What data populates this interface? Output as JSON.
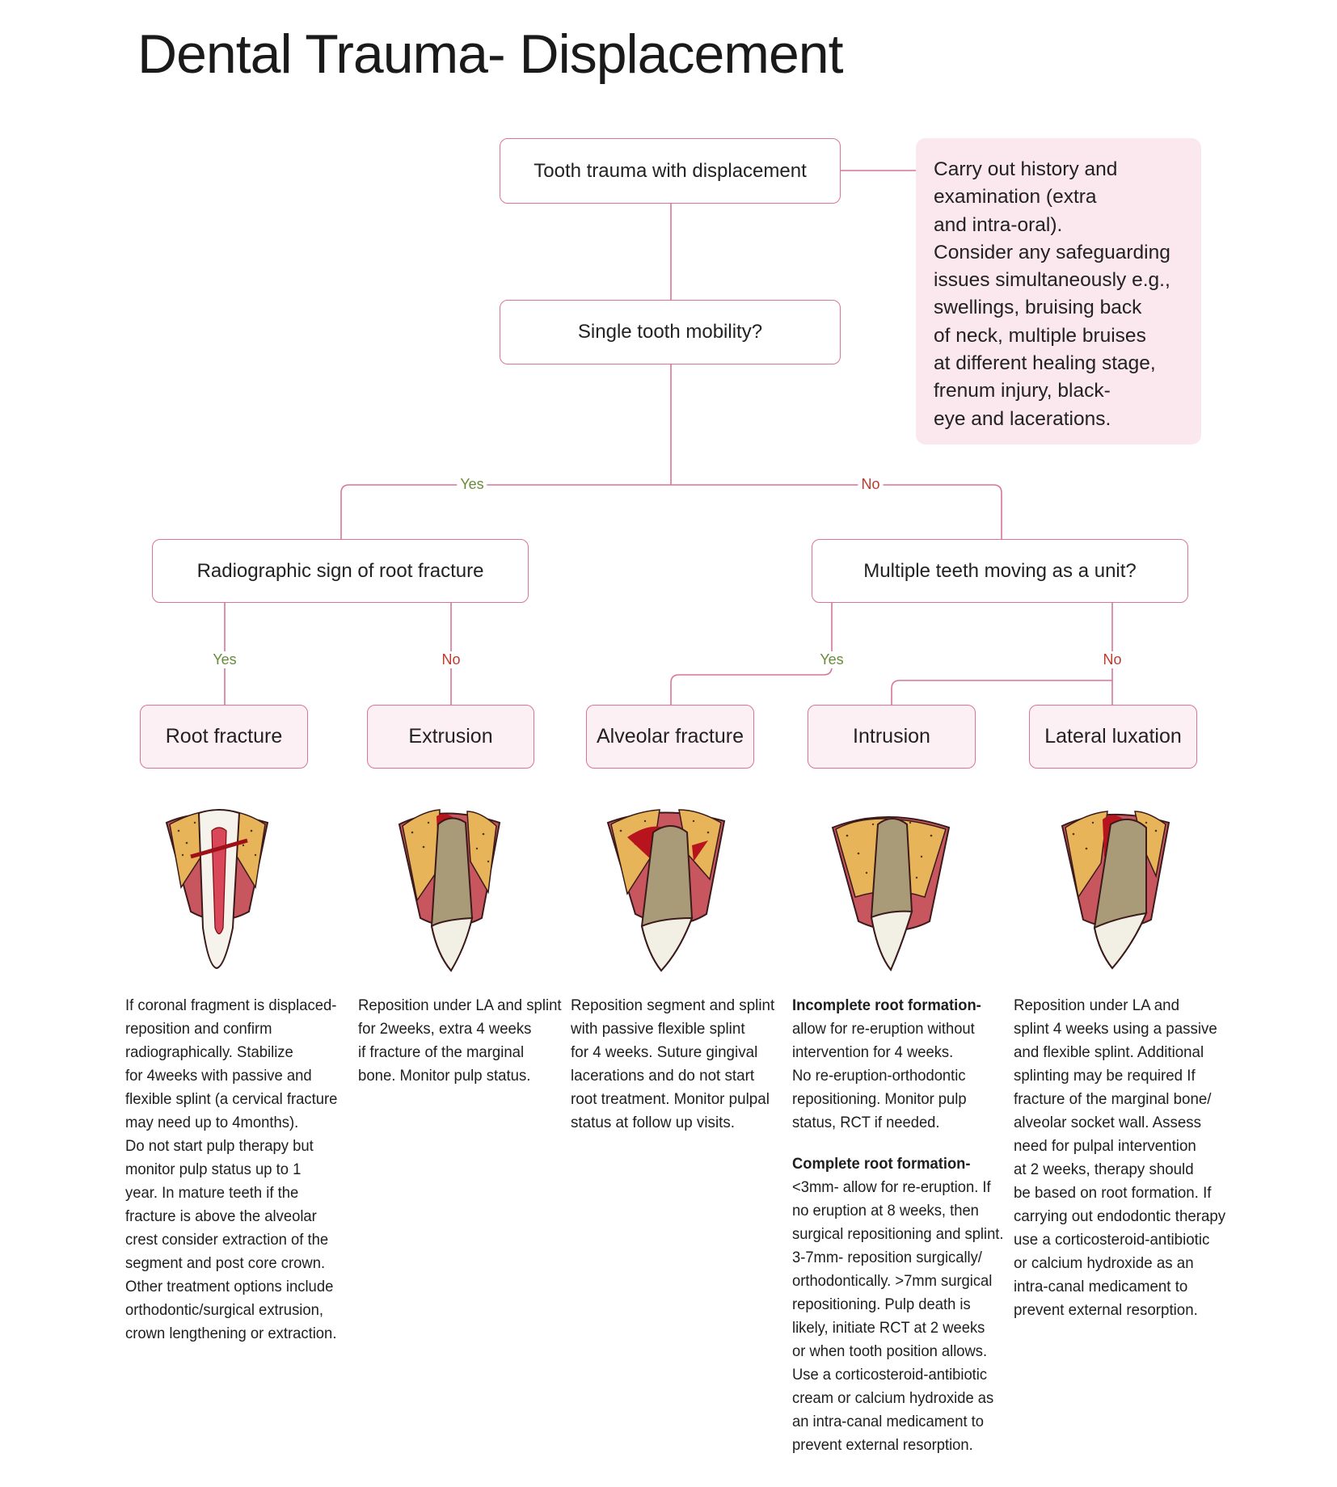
{
  "title": "Dental Trauma- Displacement",
  "nodes": {
    "start": "Tooth trauma with displacement",
    "mobility": "Single tooth mobility?",
    "root_sign": "Radiographic sign of root fracture",
    "multiple": "Multiple teeth moving as a unit?",
    "root_fracture": "Root fracture",
    "extrusion": "Extrusion",
    "alveolar": "Alveolar fracture",
    "intrusion": "Intrusion",
    "lateral": "Lateral luxation"
  },
  "note_lines": [
    "Carry out history and",
    "examination (extra",
    "and intra-oral).",
    "Consider any safeguarding",
    "issues simultaneously e.g.,",
    "swellings, bruising back",
    "of neck, multiple bruises",
    "at different healing stage,",
    "frenum injury, black-",
    "eye and lacerations."
  ],
  "branch_labels": {
    "mobility_yes": "Yes",
    "mobility_no": "No",
    "root_yes": "Yes",
    "root_no": "No",
    "multiple_yes": "Yes",
    "multiple_no": "No"
  },
  "descriptions": {
    "root_fracture": [
      "If coronal fragment is displaced-",
      "reposition and confirm",
      "radiographically. Stabilize",
      "for 4weeks with passive and",
      "flexible splint (a cervical fracture",
      "may need up to 4months).",
      "Do not start pulp therapy but",
      "monitor pulp status up to 1",
      "year. In mature teeth if the",
      "fracture is above the alveolar",
      "crest consider extraction of the",
      "segment and post core crown.",
      "Other treatment options include",
      "orthodontic/surgical extrusion,",
      "crown lengthening or extraction."
    ],
    "extrusion": [
      "Reposition under LA and splint",
      "for 2weeks, extra 4 weeks",
      "if fracture of the marginal",
      "bone. Monitor pulp status."
    ],
    "alveolar": [
      "Reposition segment and splint",
      "with passive flexible splint",
      "for 4 weeks. Suture gingival",
      "lacerations and do not start",
      "root treatment. Monitor pulpal",
      "status at follow up visits."
    ],
    "intrusion_incomplete_heading": "Incomplete root formation-",
    "intrusion_incomplete": [
      "allow for re-eruption without",
      "intervention for 4 weeks.",
      "No re-eruption-orthodontic",
      "repositioning. Monitor pulp",
      "status, RCT if needed."
    ],
    "intrusion_complete_heading": "Complete root formation-",
    "intrusion_complete": [
      "<3mm- allow for re-eruption. If",
      "no eruption at 8 weeks, then",
      "surgical repositioning and splint.",
      "3-7mm- reposition surgically/",
      "orthodontically. >7mm surgical",
      "repositioning. Pulp death is",
      "likely, initiate RCT at 2 weeks",
      "or when tooth position allows.",
      "Use a corticosteroid-antibiotic",
      "cream or calcium hydroxide as",
      "an intra-canal medicament to",
      "prevent external resorption."
    ],
    "lateral": [
      "Reposition under LA and",
      "splint 4 weeks using a passive",
      "and flexible splint. Additional",
      "splinting may be required If",
      "fracture of the marginal bone/",
      "alveolar socket wall. Assess",
      "need for pulpal intervention",
      "at 2 weeks, therapy should",
      "be based on root formation. If",
      "carrying out endodontic therapy",
      "use a corticosteroid-antibiotic",
      "or calcium hydroxide as an",
      "intra-canal medicament to",
      "prevent external resorption."
    ]
  },
  "colors": {
    "line_pink": "#d9749b",
    "box_fill": "#fdf0f5",
    "note_fill": "#fbe7ee",
    "yes_green": "#6a8a3a",
    "no_red": "#c0392b",
    "bone": "#e8b45a",
    "gum": "#c8565e",
    "blood": "#b8141e",
    "tooth_root": "#a99a78",
    "enamel": "#f2efe4"
  }
}
